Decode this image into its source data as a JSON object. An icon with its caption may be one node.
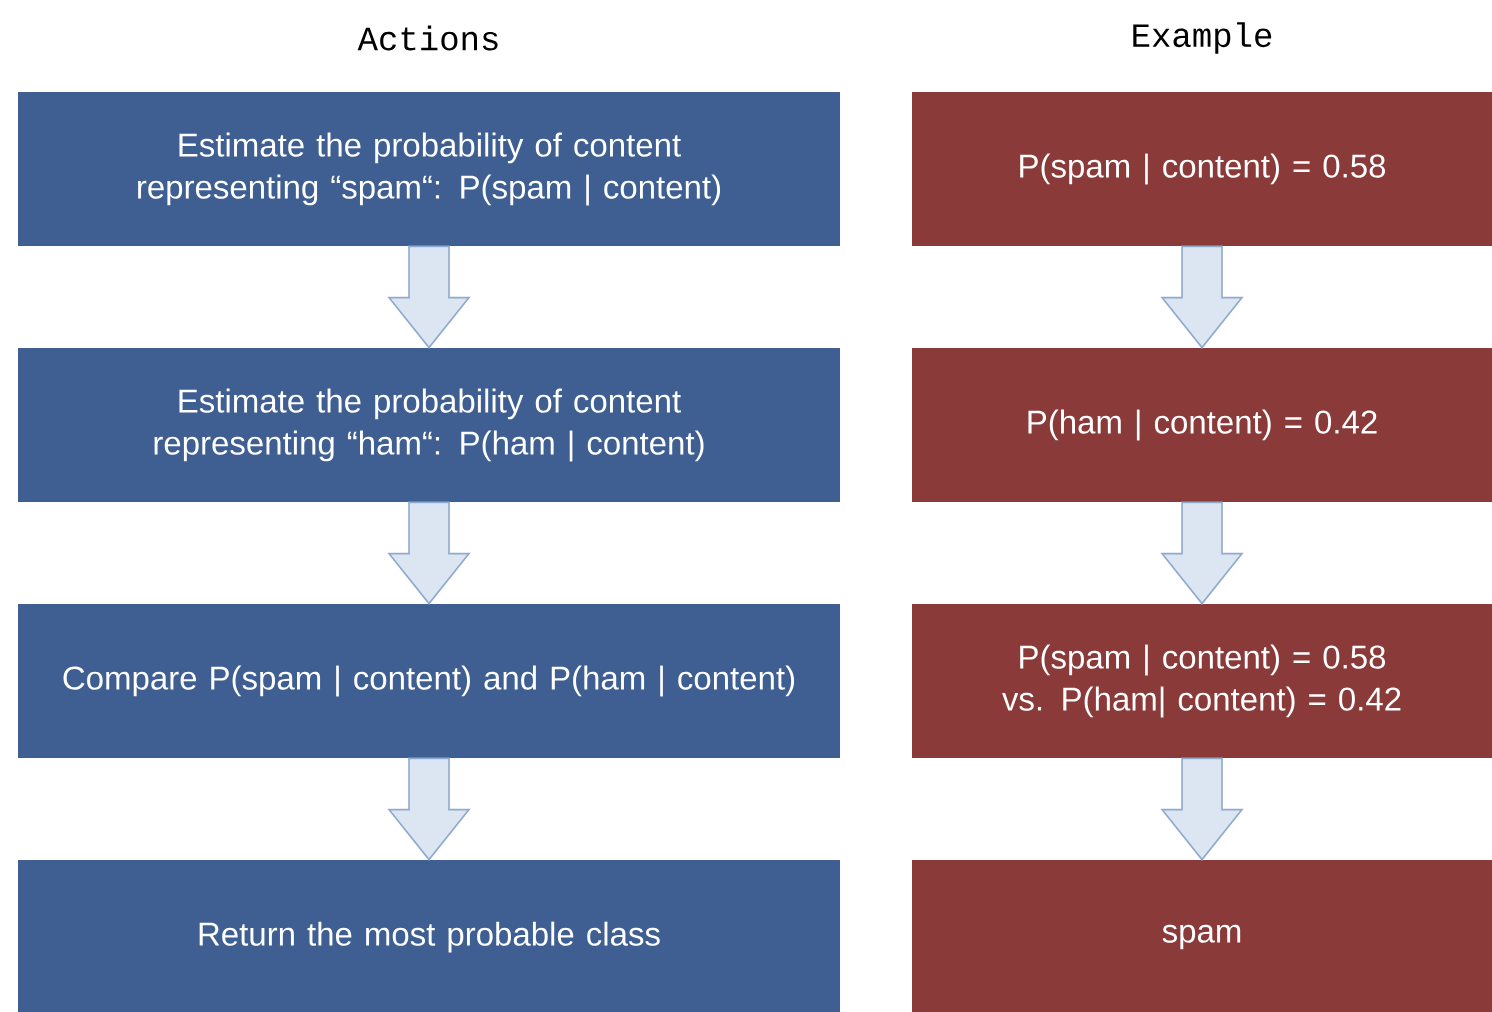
{
  "diagram": {
    "nodes": [
      {
        "text": [
          "Estimate the probability of content representing “spam“: P(spam | content)"
        ]
      },
      {
        "text": [
          "Estimate the probability of content representing “ham“: P(ham | content)"
        ]
      },
      {
        "text": [
          "Compare  P(spam | content) and P(ham | content)"
        ]
      },
      {
        "text": [
          "Return the most probable class"
        ]
      },
      {
        "text": [
          "P(spam | content) = 0.58"
        ]
      },
      {
        "text": [
          "P(ham | content) = 0.42"
        ]
      },
      {
        "text": [
          "P(spam | content) = 0.58 vs. P(ham| content) = 0.42"
        ]
      },
      {
        "text": [
          "spam"
        ]
      }
    ],
    "edges": [
      {
        "from": 0,
        "to": 1,
        "arrow": "to"
      },
      {
        "from": 1,
        "to": 2,
        "arrow": "to"
      },
      {
        "from": 2,
        "to": 3,
        "arrow": "to"
      },
      {
        "from": 4,
        "to": 5,
        "arrow": "to"
      },
      {
        "from": 5,
        "to": 6,
        "arrow": "to"
      },
      {
        "from": 6,
        "to": 7,
        "arrow": "to"
      }
    ],
    "labels": [
      "Actions",
      "Example"
    ]
  }
}
